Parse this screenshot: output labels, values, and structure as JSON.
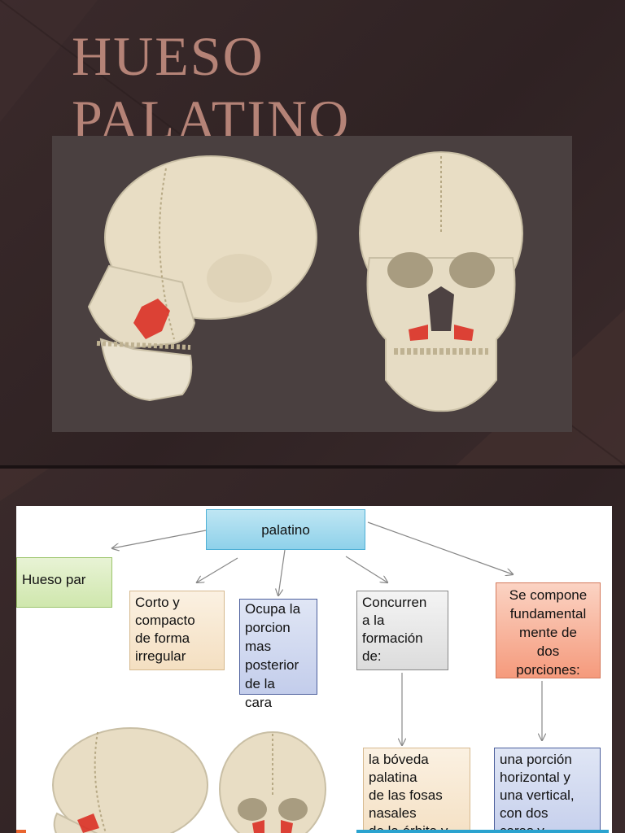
{
  "slide1": {
    "title_line1": "HUESO",
    "title_line2": "PALATINO"
  },
  "slide2": {
    "diagram": {
      "root": "palatino",
      "hueso_par": "Hueso par",
      "corto": "Corto y\ncompacto\nde forma\nirregular",
      "ocupa": "Ocupa la\nporcion\nmas\nposterior\nde la\ncara",
      "concurren": "Concurren\na la\nformación\nde:",
      "compone": "Se compone\nfundamental\nmente de\ndos\nporciones:",
      "boveda": "la bóveda\npalatina\n de las fosas\nnasales\n de la órbita y",
      "porcion": "una porción\nhorizontal y\nuna vertical,\ncon dos\ncaras y"
    }
  },
  "colors": {
    "background": "#2f2223",
    "title": "#b58377",
    "highlight": "#d9261c"
  }
}
